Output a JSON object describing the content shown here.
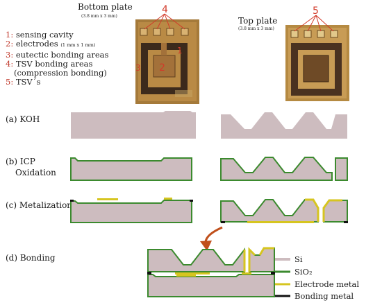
{
  "plates": {
    "bottom": {
      "title": "Bottom plate",
      "size": "(3.8 mm x 3 mm)"
    },
    "top": {
      "title": "Top plate",
      "size": "(3.8 mm x 3 mm)"
    }
  },
  "photo_labels": {
    "bottom_tsv": "4",
    "top_tsv": "5",
    "cavity": "1",
    "electrode": "2",
    "eutectic": "3"
  },
  "legend": [
    {
      "num": "1:",
      "text": "sensing cavity",
      "small": ""
    },
    {
      "num": "2:",
      "text": "electrodes",
      "small": "(1 mm x 1 mm)"
    },
    {
      "num": "3:",
      "text": "eutectic bonding areas",
      "small": ""
    },
    {
      "num": "4:",
      "text": "TSV bonding areas",
      "small": ""
    },
    {
      "num": "",
      "text": "(compression bonding)",
      "small": ""
    },
    {
      "num": "5:",
      "text": "TSV´s",
      "small": ""
    }
  ],
  "steps": {
    "koh": "(a) KOH",
    "icp_line1": "(b) ICP",
    "icp_line2": "Oxidation",
    "metal": "(c) Metalization",
    "bonding": "(d) Bonding"
  },
  "materials": [
    {
      "name": "Si",
      "color": "#cdbcbf"
    },
    {
      "name": "SiO₂",
      "color": "#3b8a2e"
    },
    {
      "name": "Electrode metal",
      "color": "#d6c520"
    },
    {
      "name": "Bonding metal",
      "color": "#111111"
    }
  ],
  "colors": {
    "si": "#cdbcbf",
    "oxide": "#3b8a2e",
    "electrode": "#d6c520",
    "bonding": "#111111",
    "arrow": "#c0501c",
    "annot": "#d23a2a"
  }
}
